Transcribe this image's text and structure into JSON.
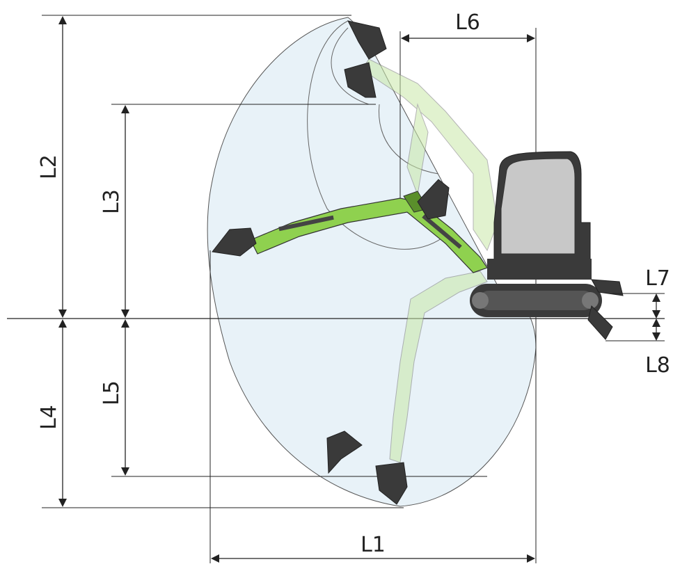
{
  "diagram": {
    "labels": {
      "l1": "L1",
      "l2": "L2",
      "l3": "L3",
      "l4": "L4",
      "l5": "L5",
      "l6": "L6",
      "l7": "L7",
      "l8": "L8"
    },
    "colors": {
      "envelope_fill": "#e8f2f8",
      "boom_green": "#8fd14f",
      "boom_green_light": "#c9e8a8",
      "machine_dark": "#3a3a3a",
      "cab_grey": "#c8c8c8",
      "line": "#222222"
    }
  }
}
